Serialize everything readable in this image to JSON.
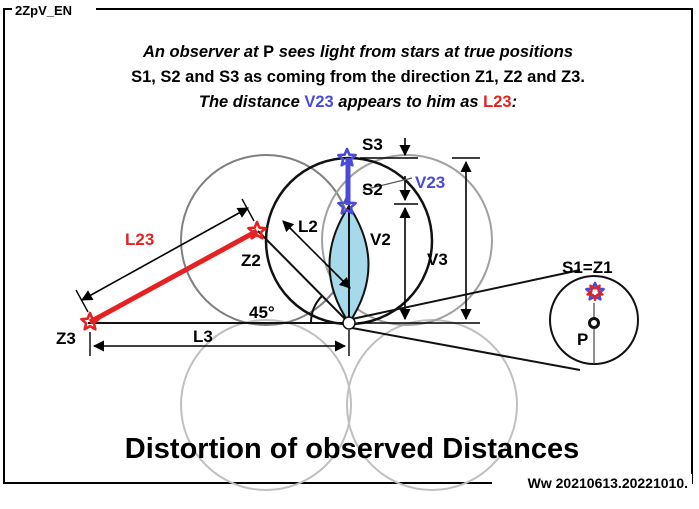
{
  "frame": {
    "tag": "2ZpV_EN",
    "footer": "Ww 20210613.20221010."
  },
  "caption": {
    "line1_before": "An observer at ",
    "line1_p": "P",
    "line1_after": " sees light from stars at true positions",
    "line2": "S1, S2 and S3 as coming from the direction Z1, Z2 and Z3.",
    "line3_before": "The distance ",
    "line3_v23": "V23",
    "line3_mid": " appears to him as ",
    "line3_l23": "L23",
    "line3_after": ":"
  },
  "labels": {
    "s3": "S3",
    "s2": "S2",
    "v23": "V23",
    "l2": "L2",
    "v2": "V2",
    "v3": "V3",
    "l23": "L23",
    "z2": "Z2",
    "z3": "Z3",
    "l3": "L3",
    "angle": "45°",
    "s1z1": "S1=Z1",
    "p": "P"
  },
  "title": "Distortion of observed Distances",
  "colors": {
    "red": "#e52222",
    "blue": "#4a4ad8",
    "lens_fill": "#a6d9e9",
    "dark_circle": "#111111",
    "mid_circle": "#777777",
    "light_circle": "#bbbbbb"
  }
}
